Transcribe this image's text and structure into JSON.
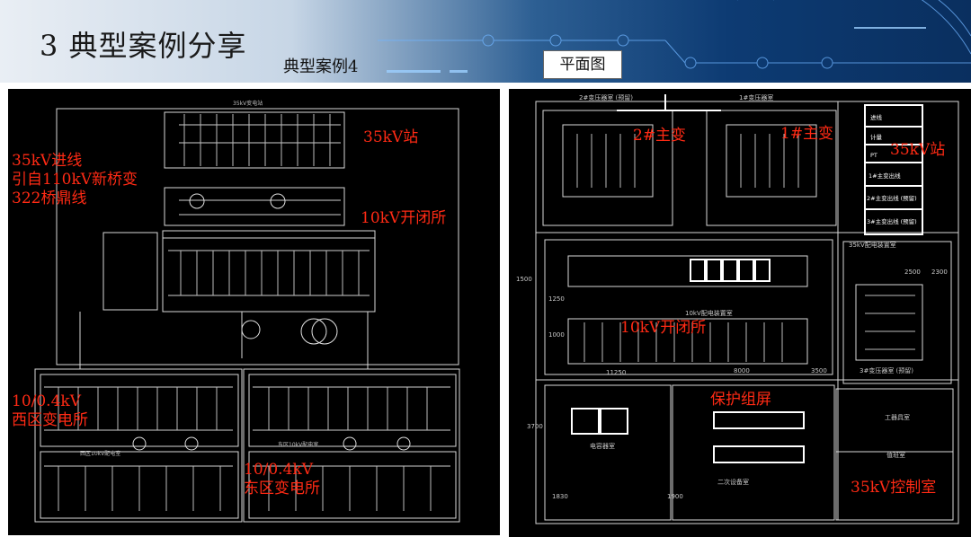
{
  "header": {
    "title": "3  典型案例分享",
    "subtitle": "典型案例4",
    "plan_label": "平面图"
  },
  "left_diagram": {
    "labels": {
      "station_35kv": "35kV站",
      "incoming_line": "35kV进线\n引自110kV新桥变\n322桥鼎线",
      "switching_10kv": "10kV开闭所",
      "west_substation": "10/0.4kV\n西区变电所",
      "east_substation": "10/0.4kV\n东区变电所"
    },
    "drawing_text": {
      "station_caption": "35kV变电站",
      "west_caption": "西区10kV配电室",
      "east_caption": "东区10kV配电室"
    }
  },
  "right_plan": {
    "labels": {
      "transformer_2": "2#主变",
      "transformer_1": "1#主变",
      "station_35kv": "35kV站",
      "switching_10kv": "10kV开闭所",
      "protection_panel": "保护组屏",
      "control_room_35kv": "35kV控制室"
    },
    "rooms": {
      "room_2_transformer": "2#变压器室 (预留)",
      "room_1_transformer": "1#变压器室",
      "room_35kv_device": "35kV配电装置室",
      "room_10kv_device": "10kV配电装置室",
      "room_3_transformer": "3#变压器室 (预留)",
      "capacitor_room": "电容器室",
      "secondary_room": "二次设备室",
      "tool_room": "工器具室",
      "duty_room": "值班室"
    },
    "cabinets": [
      "进线",
      "计量",
      "PT",
      "1#主变出线",
      "2#主变出线 (预留)",
      "3#主变出线 (预留)"
    ],
    "dimensions": [
      "11250",
      "8000",
      "3500",
      "2300",
      "1500",
      "1830",
      "3700",
      "1900",
      "1250",
      "1000",
      "2500"
    ]
  }
}
